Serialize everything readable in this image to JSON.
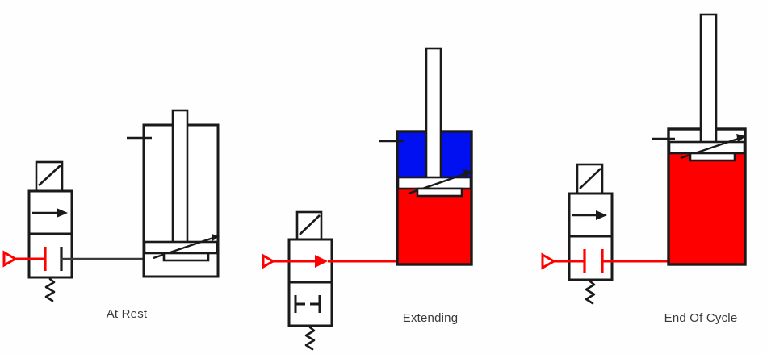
{
  "diagram": {
    "type": "pneumatic-circuit-sequence",
    "title_visible": false,
    "panel_count": 3,
    "colors": {
      "pressure_line": "#ff0000",
      "pressure_fill": "#ff0000",
      "exhaust_fill": "#0010f0",
      "neutral_line": "#3c3c40",
      "outline": "#1a1a1a",
      "background": "#ffffff",
      "label_text": "#3a3a3a"
    },
    "panels": [
      {
        "id": "at-rest",
        "label": "At Rest",
        "valve": {
          "name": "3-2-way-solenoid-valve",
          "actuator": "solenoid-coil",
          "return": "spring-return",
          "position": "unshifted",
          "upper_box_symbol": "flow-arrow",
          "lower_box_symbol": "blocked-ports",
          "upper_box_color": "#1a1a1a",
          "lower_box_color": "#ff0000",
          "supply_port_symbol": "pressure-source-triangle",
          "supply_port_color": "#ff0000"
        },
        "cylinder": {
          "name": "single-acting-cylinder",
          "rod_position": "retracted",
          "piston_location": "bottom",
          "cap_end_fill": "none",
          "rod_end_fill": "none",
          "port_line_color": "#3c3c40",
          "port_line_pressurized": false
        }
      },
      {
        "id": "extending",
        "label": "Extending",
        "valve": {
          "name": "3-2-way-solenoid-valve",
          "actuator": "solenoid-coil",
          "return": "spring-return",
          "position": "shifted",
          "upper_box_symbol": "flow-arrow",
          "lower_box_symbol": "blocked-ports",
          "upper_box_color": "#ff0000",
          "lower_box_color": "#1a1a1a",
          "supply_port_symbol": "pressure-source-triangle",
          "supply_port_color": "#ff0000"
        },
        "cylinder": {
          "name": "single-acting-cylinder",
          "rod_position": "mid-stroke",
          "piston_location": "middle",
          "cap_end_fill": "#ff0000",
          "rod_end_fill": "#0010f0",
          "port_line_color": "#ff0000",
          "port_line_pressurized": true
        }
      },
      {
        "id": "end-of-cycle",
        "label": "End Of Cycle",
        "valve": {
          "name": "3-2-way-solenoid-valve",
          "actuator": "solenoid-coil",
          "return": "spring-return",
          "position": "unshifted",
          "upper_box_symbol": "flow-arrow",
          "lower_box_symbol": "blocked-ports",
          "upper_box_color": "#1a1a1a",
          "lower_box_color": "#ff0000",
          "supply_port_symbol": "pressure-source-triangle",
          "supply_port_color": "#ff0000"
        },
        "cylinder": {
          "name": "single-acting-cylinder",
          "rod_position": "extended",
          "piston_location": "top",
          "cap_end_fill": "#ff0000",
          "rod_end_fill": "none",
          "port_line_color": "#ff0000",
          "port_line_pressurized": true
        }
      }
    ]
  }
}
